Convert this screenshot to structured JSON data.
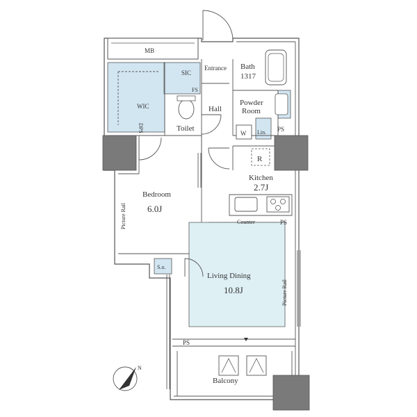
{
  "rooms": {
    "mb": "MB",
    "entrance": "Entrance",
    "bath_label": "Bath",
    "bath_size": "1317",
    "sic": "SIC",
    "fs": "FS",
    "wic": "WIC",
    "dps": "DPS",
    "toilet": "Toilet",
    "hall": "Hall",
    "powder_room_line1": "Powder",
    "powder_room_line2": "Room",
    "w": "W",
    "lin": "Lin.",
    "ps_top": "PS",
    "refrigerator": "R",
    "kitchen": "Kitchen",
    "kitchen_size": "2.7J",
    "bedroom": "Bedroom",
    "bedroom_size": "6.0J",
    "picture_rail_left": "Picture Rail",
    "counter": "Counter",
    "ps_kitchen": "PS",
    "so": "S.o.",
    "living_dining": "Living Dining",
    "living_dining_size": "10.8J",
    "picture_rail_right": "Picture Rail",
    "ps_balcony": "PS",
    "balcony": "Balcony"
  },
  "colors": {
    "storage_fill": "#d2e6f2",
    "living_fill": "#dff0f5",
    "wall": "#555555",
    "column": "#7a7a7a"
  },
  "compass": {
    "icon": "north-compass-icon",
    "label": "N"
  }
}
